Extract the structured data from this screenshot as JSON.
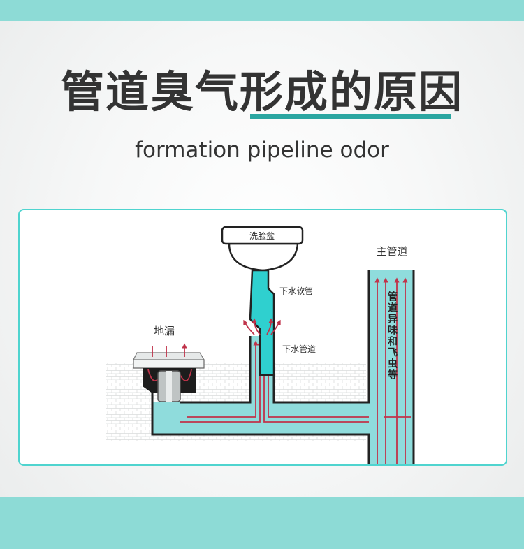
{
  "header": {
    "title": "管道臭气形成的原因",
    "subtitle": "formation pipeline odor"
  },
  "diagram": {
    "labels": {
      "washbasin": "洗脸盆",
      "drain_hose": "下水软管",
      "floor_drain": "地漏",
      "drain_pipe": "下水管道",
      "main_pipe": "主管道"
    },
    "main_pipe_note": "管道异味和飞虫等",
    "colors": {
      "band": "#8ddbd6",
      "accent": "#2aa6a1",
      "water": "#8fdcdc",
      "hose": "#2fd0cf",
      "arrows": "#c0334a",
      "frame": "#4fd4cf"
    }
  }
}
